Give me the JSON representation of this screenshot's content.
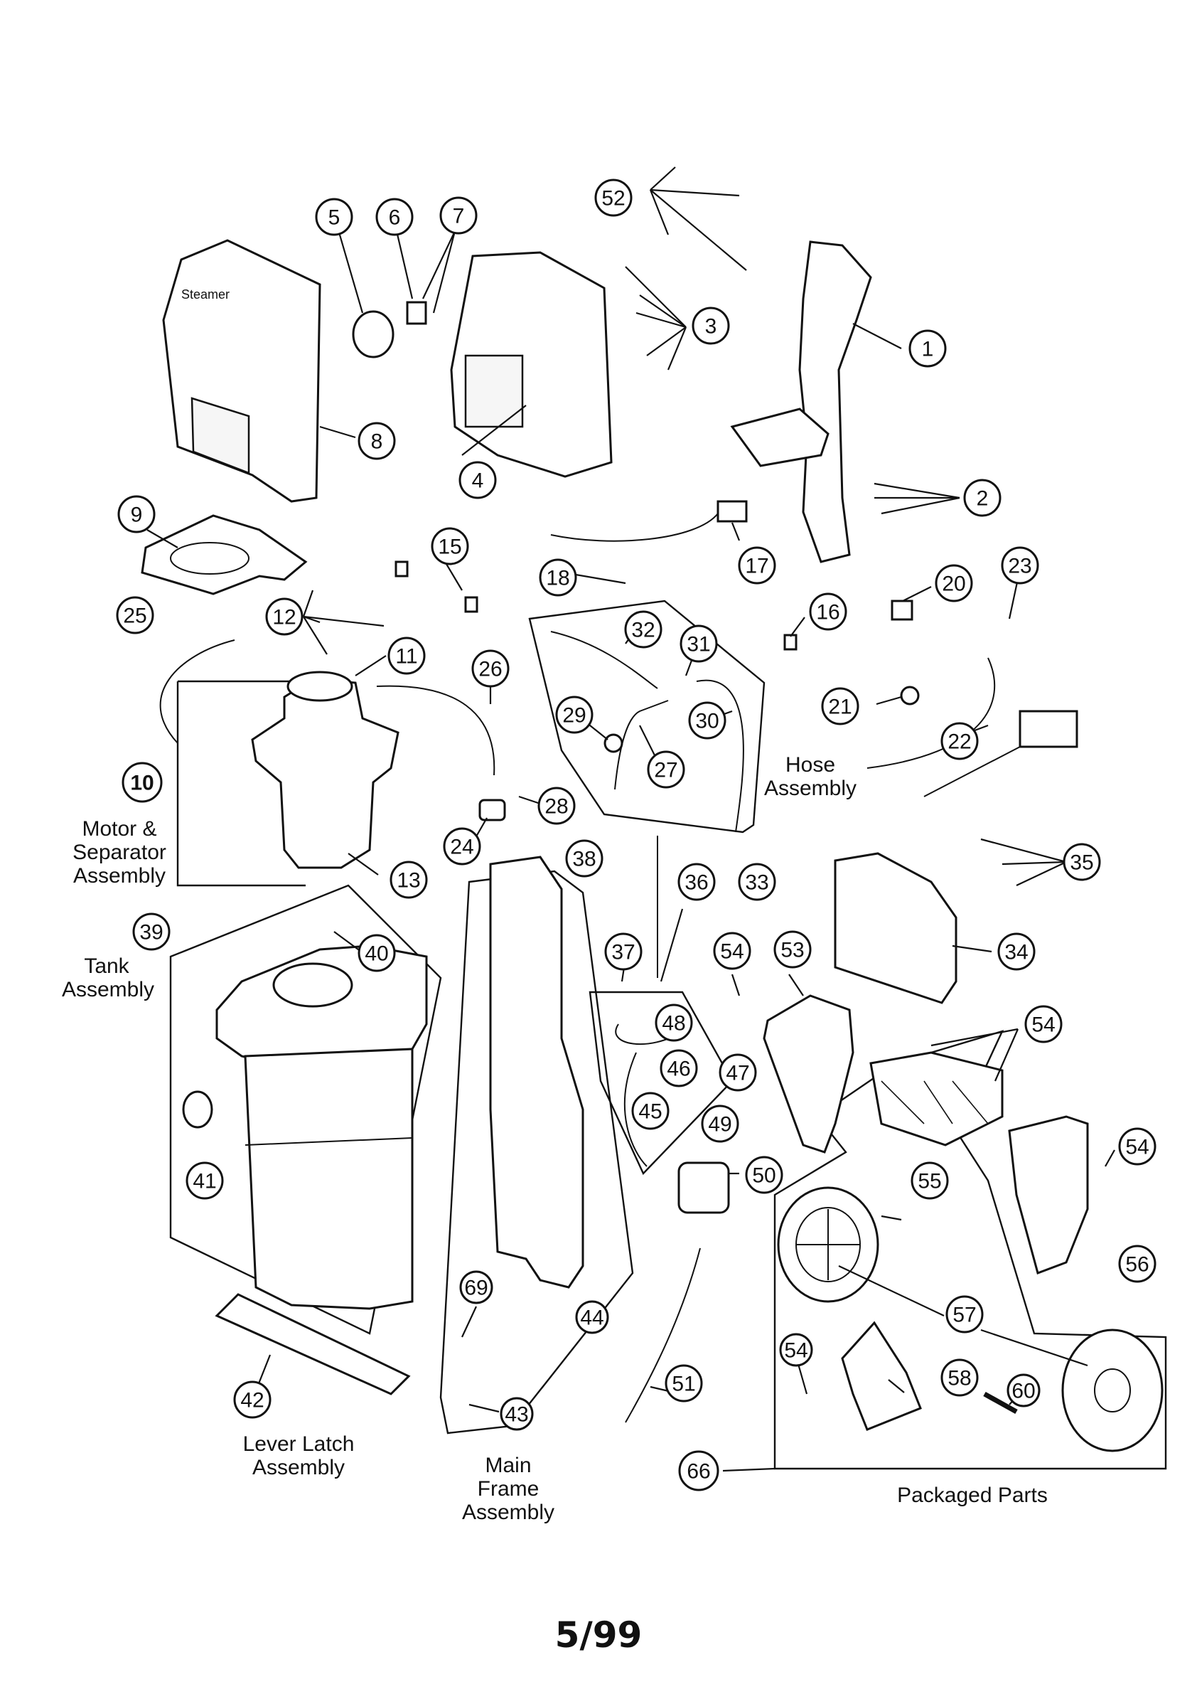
{
  "callouts": [
    "1",
    "2",
    "3",
    "4",
    "5",
    "6",
    "7",
    "8",
    "9",
    "10",
    "11",
    "12",
    "13",
    "15",
    "16",
    "17",
    "18",
    "20",
    "21",
    "22",
    "23",
    "24",
    "25",
    "26",
    "27",
    "28",
    "29",
    "30",
    "31",
    "32",
    "33",
    "34",
    "35",
    "36",
    "37",
    "38",
    "39",
    "40",
    "41",
    "42",
    "43",
    "44",
    "45",
    "46",
    "47",
    "48",
    "49",
    "50",
    "51",
    "52",
    "53",
    "54",
    "55",
    "56",
    "57",
    "58",
    "60",
    "66",
    "69"
  ],
  "assembly_labels": {
    "motor_separator": [
      "Motor &",
      "Separator",
      "Assembly"
    ],
    "hose": [
      "Hose",
      "Assembly"
    ],
    "tank": [
      "Tank",
      "Assembly"
    ],
    "lever_latch": [
      "Lever Latch",
      "Assembly"
    ],
    "main_frame": [
      "Main",
      "Frame",
      "Assembly"
    ],
    "packaged_parts": "Packaged Parts"
  },
  "page_number": "5/99"
}
